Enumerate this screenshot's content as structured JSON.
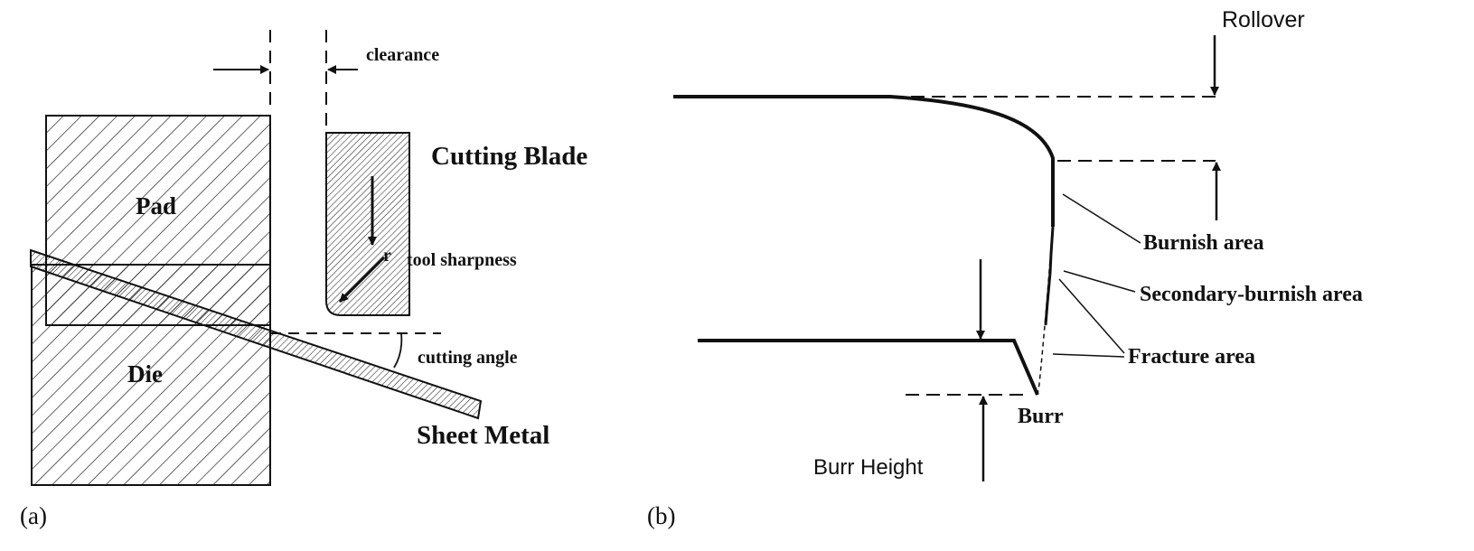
{
  "panel_a": {
    "label": "(a)",
    "pad": "Pad",
    "die": "Die",
    "cutting_blade": "Cutting Blade",
    "clearance": "clearance",
    "radius_symbol": "r",
    "tool_sharpness": "tool sharpness",
    "cutting_angle": "cutting angle",
    "sheet_metal": "Sheet Metal"
  },
  "panel_b": {
    "label": "(b)",
    "rollover": "Rollover",
    "burnish_area": "Burnish area",
    "secondary_burnish_area": "Secondary-burnish area",
    "fracture_area": "Fracture area",
    "burr": "Burr",
    "burr_height": "Burr Height"
  }
}
